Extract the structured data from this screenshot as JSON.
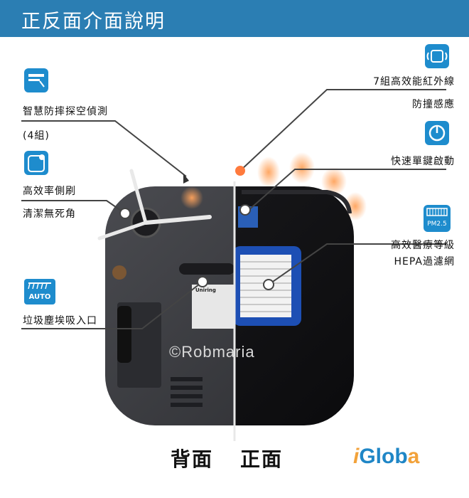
{
  "header": {
    "title": "正反面介面說明"
  },
  "left_features": [
    {
      "line1": "智慧防摔探空偵測",
      "line2": "(4組)"
    },
    {
      "line1": "高效率側刷",
      "line2": "清潔無死角"
    },
    {
      "line1": "垃圾塵埃吸入口",
      "badge": "AUTO"
    }
  ],
  "right_features": [
    {
      "line1": "7組高效能紅外線",
      "line2": "防撞感應"
    },
    {
      "line1": "快速單鍵啟動"
    },
    {
      "line1": "高效醫療等級",
      "line2": "HEPA過濾網",
      "badge": "PM2.5"
    }
  ],
  "product_label": {
    "brand": "Uniring"
  },
  "watermark": "©Robmaria",
  "sides": {
    "back": "背面",
    "front": "正面"
  },
  "logo": {
    "text": "iGloba"
  },
  "colors": {
    "header": "#2b7eb3",
    "icon": "#1e8ccd",
    "logo_orange": "#f2a23a",
    "logo_blue": "#1f86c6"
  }
}
